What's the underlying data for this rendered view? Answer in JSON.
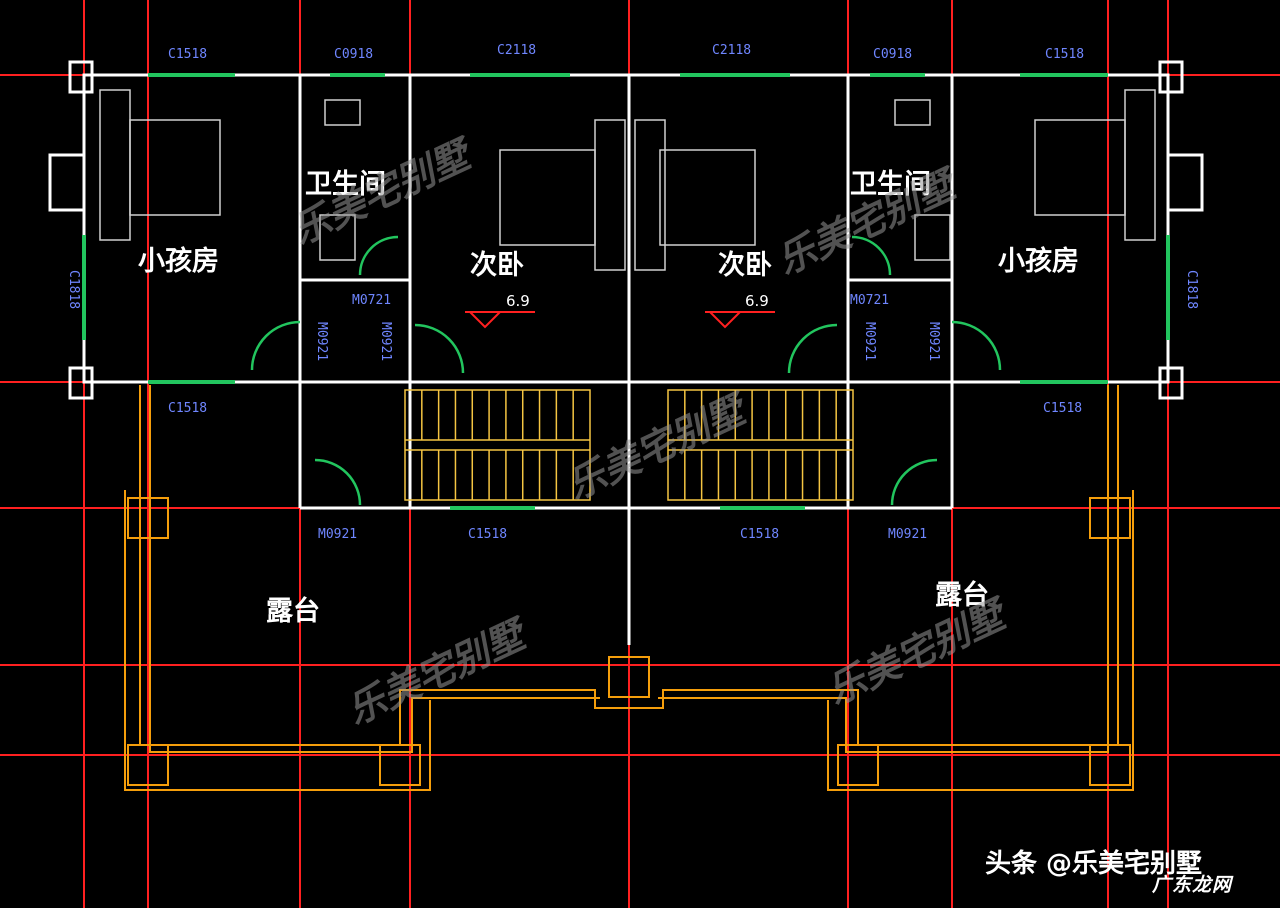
{
  "rooms": {
    "left_child": "小孩房",
    "left_bath": "卫生间",
    "left_second": "次卧",
    "right_second": "次卧",
    "right_bath": "卫生间",
    "right_child": "小孩房",
    "left_terrace": "露台",
    "right_terrace": "露台"
  },
  "window_codes": {
    "top_1": "C1518",
    "top_2": "C0918",
    "top_3": "C2118",
    "top_4": "C2118",
    "top_5": "C0918",
    "top_6": "C1518",
    "left_side": "C1818",
    "right_side": "C1818",
    "mid_left": "C1518",
    "mid_right": "C1518",
    "bottom_left": "C1518",
    "bottom_right": "C1518"
  },
  "door_codes": {
    "left_m0721": "M0721",
    "right_m0721": "M0721",
    "left_m0921_a": "M0921",
    "left_m0921_b": "M0921",
    "right_m0921_a": "M0921",
    "right_m0921_b": "M0921",
    "left_m0921_bottom": "M0921",
    "right_m0921_bottom": "M0921"
  },
  "elevations": {
    "left": "6.9",
    "right": "6.9"
  },
  "watermark": "乐美宅别墅",
  "footer": {
    "text": "头条 @乐美宅别墅",
    "corner": "广东龙网"
  },
  "colors": {
    "wall": "#ffffff",
    "axis": "#ff2020",
    "window": "#22c55e",
    "stair": "#f5c542",
    "terrace": "#f59e0b",
    "text_code": "#6f86ff"
  }
}
